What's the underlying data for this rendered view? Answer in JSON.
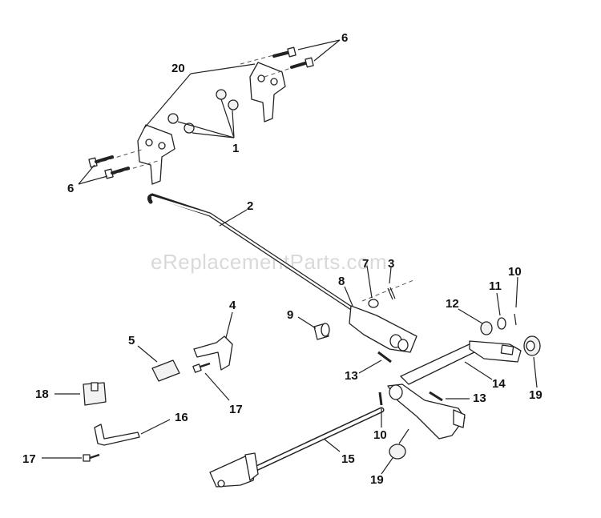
{
  "watermark": "eReplacementParts.com",
  "callouts": {
    "c1": "1",
    "c2": "2",
    "c3": "3",
    "c4": "4",
    "c5": "5",
    "c6a": "6",
    "c6b": "6",
    "c7": "7",
    "c8": "8",
    "c9": "9",
    "c10a": "10",
    "c10b": "10",
    "c11": "11",
    "c12": "12",
    "c13a": "13",
    "c13b": "13",
    "c14": "14",
    "c15": "15",
    "c16": "16",
    "c17a": "17",
    "c17b": "17",
    "c18": "18",
    "c19a": "19",
    "c19b": "19",
    "c20": "20"
  }
}
